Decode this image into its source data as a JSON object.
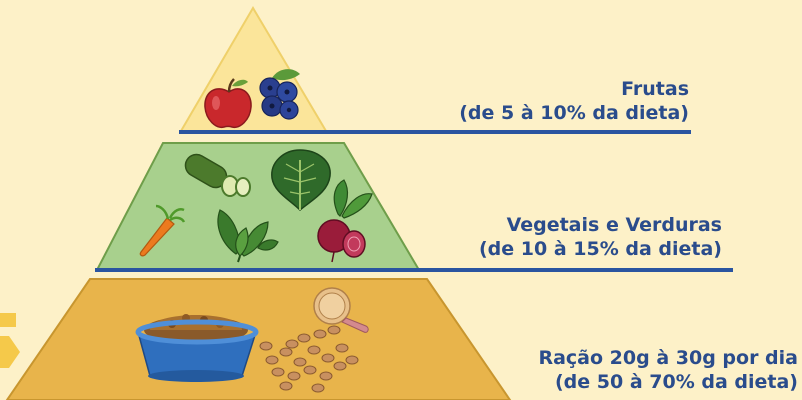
{
  "colors": {
    "background": "#fdf1c8",
    "label_text": "#2a4c8c",
    "divider_line": "#2a55a0",
    "tier_fruits": "#fbe59a",
    "tier_vegetables": "#a8d08d",
    "tier_ration": "#e8b44b",
    "arrow": "#f5c94a"
  },
  "tiers": [
    {
      "title": "Frutas",
      "subtitle": "(de 5 à 10% da dieta)",
      "icons": [
        "apple-icon",
        "blueberries-icon"
      ]
    },
    {
      "title": "Vegetais e Verduras",
      "subtitle": "(de 10 à 15% da dieta)",
      "icons": [
        "cucumber-icon",
        "kale-icon",
        "carrot-icon",
        "spinach-icon",
        "beet-icon"
      ]
    },
    {
      "title": "Ração 20g à 30g por dia",
      "subtitle": "(de 50 à 70% da dieta)",
      "icons": [
        "dog-bowl-icon",
        "kibble-scoop-icon"
      ]
    }
  ],
  "decor": {
    "side_arrow_icon": "arrow-right-icon"
  }
}
